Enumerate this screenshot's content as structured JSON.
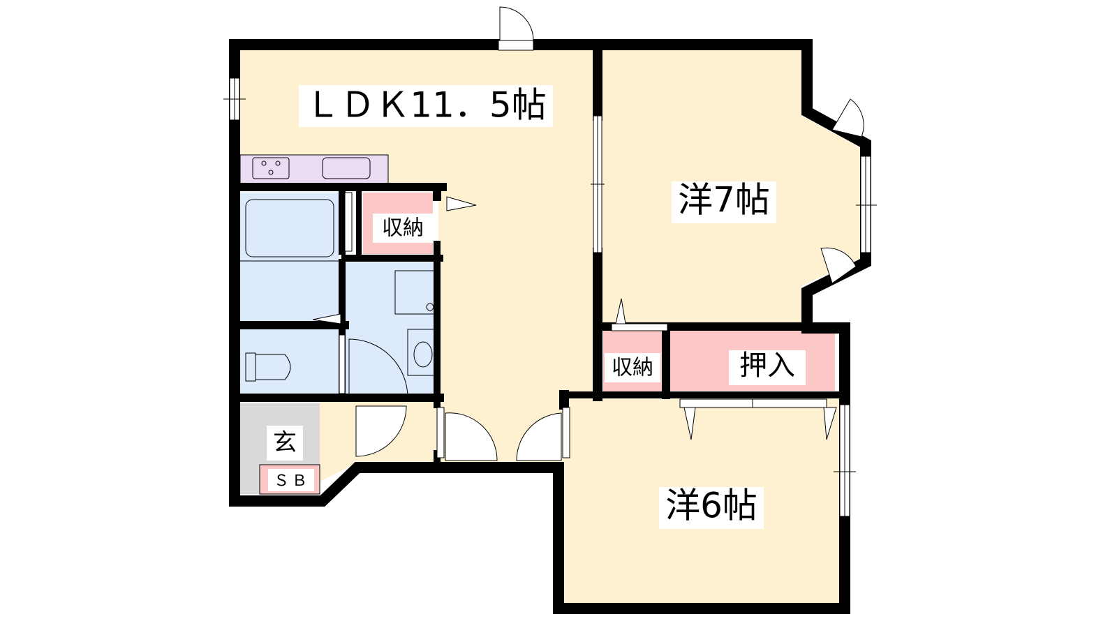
{
  "floor_plan": {
    "colors": {
      "wall": "#000000",
      "room": "#fdf1d2",
      "wet_area": "#dceafb",
      "storage": "#fcc7c7",
      "kitchen": "#eadcf3",
      "entrance": "#d9d9d9",
      "label_bg": "#ffffff"
    },
    "rooms": {
      "ldk": "ＬＤＫ11．5帖",
      "western_7": "洋7帖",
      "western_6": "洋6帖",
      "entrance": "玄",
      "shoe_box": "ＳＢ",
      "storage_1": "収納",
      "storage_2": "収納",
      "closet": "押入"
    }
  }
}
